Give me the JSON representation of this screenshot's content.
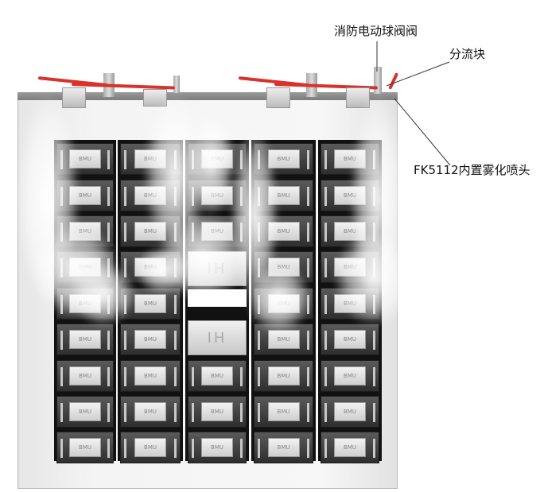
{
  "callouts": {
    "valve": "消防电动球阀阀",
    "manifold": "分流块",
    "nozzle": "FK5112内置雾化喷头"
  },
  "modules": {
    "bmu_label": "BMU",
    "controller_label": "IH"
  },
  "colors": {
    "pipe": "#d8322a",
    "rack": "#111111"
  }
}
